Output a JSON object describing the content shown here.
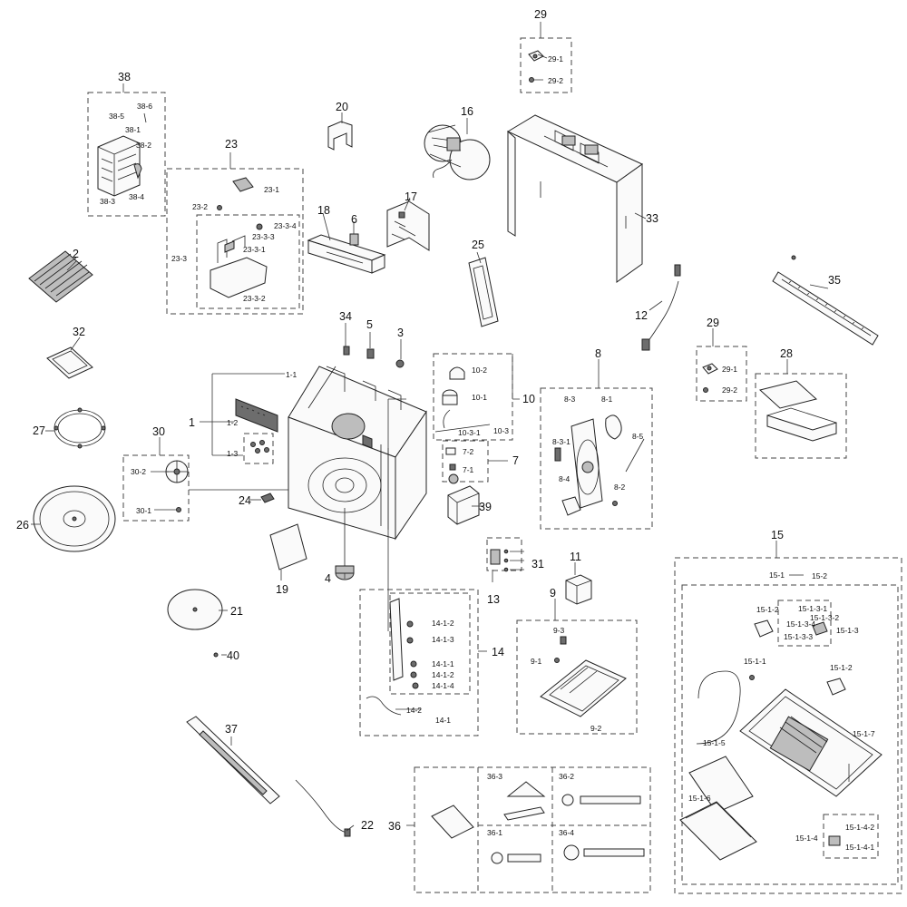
{
  "labels": {
    "l1": "1",
    "l1_1": "1-1",
    "l1_2": "1-2",
    "l1_3": "1-3",
    "l2": "2",
    "l3": "3",
    "l4": "4",
    "l5": "5",
    "l6": "6",
    "l7": "7",
    "l7_1": "7-1",
    "l7_2": "7-2",
    "l8": "8",
    "l8_1": "8-1",
    "l8_2": "8-2",
    "l8_3": "8-3",
    "l8_3_1": "8-3-1",
    "l8_4": "8-4",
    "l8_5": "8-5",
    "l9": "9",
    "l9_1": "9-1",
    "l9_2": "9-2",
    "l9_3": "9-3",
    "l10": "10",
    "l10_1": "10-1",
    "l10_2": "10-2",
    "l10_3": "10-3",
    "l10_3_1": "10-3-1",
    "l11": "11",
    "l12": "12",
    "l13": "13",
    "l14": "14",
    "l14_1": "14-1",
    "l14_1_1": "14-1-1",
    "l14_1_2a": "14-1-2",
    "l14_1_2b": "14-1-2",
    "l14_1_3": "14-1-3",
    "l14_1_4": "14-1-4",
    "l14_2": "14-2",
    "l15": "15",
    "l15_1": "15-1",
    "l15_2": "15-2",
    "l15_1_1": "15-1-1",
    "l15_1_2a": "15-1-2",
    "l15_1_2b": "15-1-2",
    "l15_1_3": "15-1-3",
    "l15_1_3_1": "15-1-3-1",
    "l15_1_3_2": "15-1-3-2",
    "l15_1_3_3": "15-1-3-3",
    "l15_1_3_4": "15-1-3-4",
    "l15_1_4": "15-1-4",
    "l15_1_4_1": "15-1-4-1",
    "l15_1_4_2": "15-1-4-2",
    "l15_1_5": "15-1-5",
    "l15_1_6": "15-1-6",
    "l15_1_7": "15-1-7",
    "l16": "16",
    "l17": "17",
    "l18": "18",
    "l19": "19",
    "l20": "20",
    "l21": "21",
    "l22": "22",
    "l23": "23",
    "l23_1": "23-1",
    "l23_2": "23-2",
    "l23_3": "23-3",
    "l23_3_1": "23-3-1",
    "l23_3_2": "23-3-2",
    "l23_3_3": "23-3-3",
    "l23_3_4": "23-3-4",
    "l24": "24",
    "l25": "25",
    "l26": "26",
    "l27": "27",
    "l28": "28",
    "l29a": "29",
    "l29_1a": "29-1",
    "l29_2a": "29-2",
    "l29b": "29",
    "l29_1b": "29-1",
    "l29_2b": "29-2",
    "l30": "30",
    "l30_1": "30-1",
    "l30_2": "30-2",
    "l31": "31",
    "l32": "32",
    "l33": "33",
    "l34": "34",
    "l35": "35",
    "l36": "36",
    "l36_1": "36-1",
    "l36_2": "36-2",
    "l36_3": "36-3",
    "l36_4": "36-4",
    "l37": "37",
    "l38": "38",
    "l38_1": "38-1",
    "l38_2": "38-2",
    "l38_3": "38-3",
    "l38_4": "38-4",
    "l38_5": "38-5",
    "l38_6": "38-6",
    "l39": "39",
    "l40": "40"
  }
}
